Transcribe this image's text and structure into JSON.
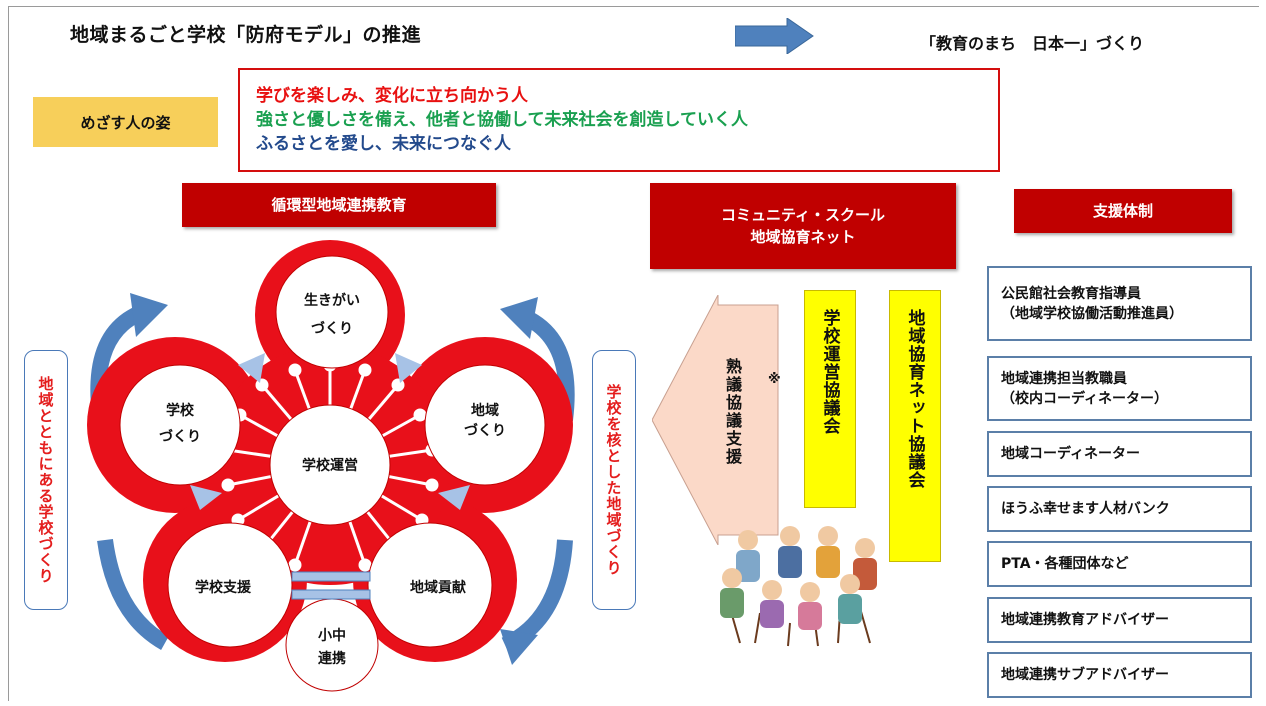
{
  "title": "地域まるごと学校「防府モデル」の推進",
  "title_right": "「教育のまち　日本一」づくり",
  "goal_label": "めざす人の姿",
  "goals": [
    {
      "text": "学びを楽しみ、変化に立ち向かう人",
      "color": "#e81010"
    },
    {
      "text": "強さと優しさを備え、他者と協働して未来社会を創造していく人",
      "color": "#1aa050"
    },
    {
      "text": "ふるさとを愛し、未来につなぐ人",
      "color": "#234a8c"
    }
  ],
  "headers": {
    "left": "循環型地域連携教育",
    "middle_line1": "コミュニティ・スクール",
    "middle_line2": "地域協育ネット",
    "right": "支援体制"
  },
  "circles": {
    "top_line1": "生きがい",
    "top_line2": "づくり",
    "left_line1": "学校",
    "left_line2": "づくり",
    "right_line1": "地域",
    "right_line2": "づくり",
    "center": "学校運営",
    "bottom_left": "学校支援",
    "bottom_right": "地域貢献",
    "bottom_line1": "小中",
    "bottom_line2": "連携"
  },
  "side_banners": {
    "left": "地域とともにある学校づくり",
    "right": "学校を核とした地域づくり"
  },
  "arrow_text": "熟議協議支援",
  "arrow_note": "※",
  "councils": {
    "school": "学校運営協議会",
    "network": "地域協育ネット協議会"
  },
  "support_items": [
    {
      "line1": "公民館社会教育指導員",
      "line2": "（地域学校協働活動推進員）"
    },
    {
      "line1": "地域連携担当教職員",
      "line2": "（校内コーディネーター）"
    },
    {
      "line1": "地域コーディネーター",
      "line2": ""
    },
    {
      "line1": "ほうふ幸せます人材バンク",
      "line2": ""
    },
    {
      "line1": "PTA・各種団体など",
      "line2": ""
    },
    {
      "line1": "地域連携教育アドバイザー",
      "line2": ""
    },
    {
      "line1": "地域連携サブアドバイザー",
      "line2": ""
    }
  ],
  "colors": {
    "red": "#c00000",
    "flower_red": "#e8101a",
    "blue_arrow": "#4f81bd",
    "light_blue_arrow": "#a7c2e6",
    "pink_arrow": "#fbd9c8",
    "yellow": "#ffff00"
  }
}
